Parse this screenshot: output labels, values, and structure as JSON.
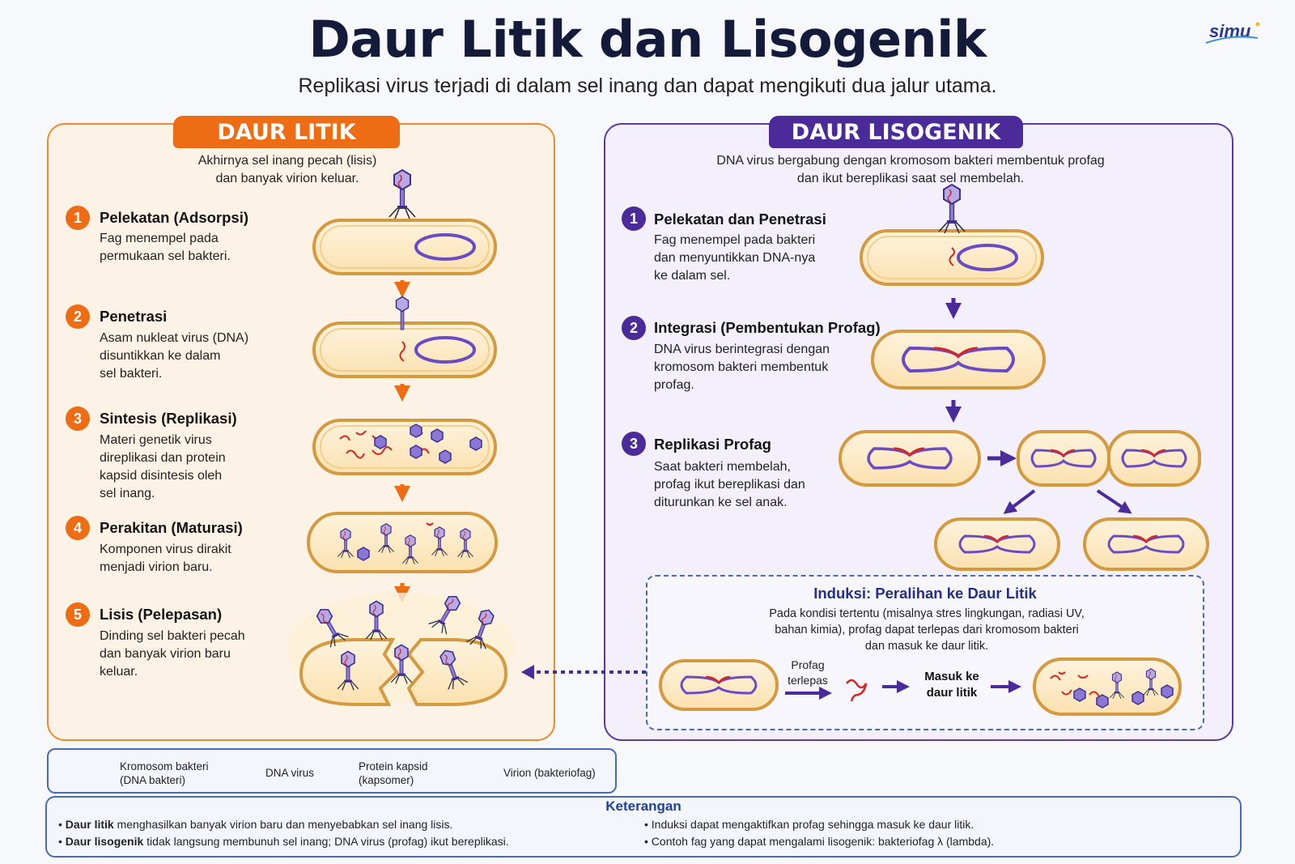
{
  "header": {
    "title": "Daur Litik dan Lisogenik",
    "subtitle": "Replikasi virus terjadi di dalam sel inang dan dapat mengikuti dua jalur utama.",
    "logo": "simu"
  },
  "colors": {
    "litik_accent": "#ee6c14",
    "liso_accent": "#4b2a9a",
    "cell_fill": "#fde9c4",
    "cell_border": "#d9a24a",
    "dna_red": "#d62626",
    "chromosome_purple": "#6a4bc4"
  },
  "litik": {
    "badge": "DAUR LITIK",
    "intro": [
      "Akhirnya sel inang pecah (lisis)",
      "dan banyak virion keluar."
    ],
    "steps": [
      {
        "num": "1",
        "title": "Pelekatan (Adsorpsi)",
        "desc": [
          "Fag menempel pada",
          "permukaan sel bakteri."
        ]
      },
      {
        "num": "2",
        "title": "Penetrasi",
        "desc": [
          "Asam nukleat virus (DNA)",
          "disuntikkan ke dalam",
          "sel bakteri."
        ]
      },
      {
        "num": "3",
        "title": "Sintesis (Replikasi)",
        "desc": [
          "Materi genetik virus",
          "direplikasi dan protein",
          "kapsid disintesis oleh",
          "sel inang."
        ]
      },
      {
        "num": "4",
        "title": "Perakitan (Maturasi)",
        "desc": [
          "Komponen virus dirakit",
          "menjadi virion baru."
        ]
      },
      {
        "num": "5",
        "title": "Lisis (Pelepasan)",
        "desc": [
          "Dinding sel bakteri pecah",
          "dan banyak virion baru",
          "keluar."
        ]
      }
    ]
  },
  "lisogenik": {
    "badge": "DAUR LISOGENIK",
    "intro": [
      "DNA virus bergabung dengan kromosom bakteri membentuk profag",
      "dan ikut bereplikasi saat sel membelah."
    ],
    "steps": [
      {
        "num": "1",
        "title": "Pelekatan dan Penetrasi",
        "desc": [
          "Fag menempel pada bakteri",
          "dan menyuntikkan DNA-nya",
          "ke dalam sel."
        ]
      },
      {
        "num": "2",
        "title": "Integrasi (Pembentukan Profag)",
        "desc": [
          "DNA virus berintegrasi dengan",
          "kromosom bakteri membentuk",
          "profag."
        ]
      },
      {
        "num": "3",
        "title": "Replikasi Profag",
        "desc": [
          "Saat bakteri membelah,",
          "profag ikut bereplikasi dan",
          "diturunkan ke sel anak."
        ]
      }
    ],
    "induksi": {
      "title": "Induksi: Peralihan ke Daur Litik",
      "desc": [
        "Pada kondisi tertentu (misalnya stres lingkungan, radiasi UV,",
        "bahan kimia), profag dapat terlepas dari kromosom bakteri",
        "dan masuk ke daur litik."
      ],
      "label_terlepas": [
        "Profag",
        "terlepas"
      ],
      "label_masuk": [
        "Masuk ke",
        "daur litik"
      ]
    }
  },
  "legend": {
    "items": [
      {
        "label": [
          "Kromosom bakteri",
          "(DNA bakteri)"
        ],
        "icon": "chromosome-icon"
      },
      {
        "label": [
          "DNA virus"
        ],
        "icon": "viral-dna-icon"
      },
      {
        "label": [
          "Protein kapsid",
          "(kapsomer)"
        ],
        "icon": "capsid-icon"
      },
      {
        "label": [
          "Virion (bakteriofag)"
        ],
        "icon": "virion-icon"
      }
    ]
  },
  "keterangan": {
    "title": "Keterangan",
    "left": [
      {
        "bold": "Daur litik",
        "rest": " menghasilkan banyak virion baru dan menyebabkan sel inang lisis."
      },
      {
        "bold": "Daur lisogenik",
        "rest": " tidak langsung membunuh sel inang; DNA virus (profag) ikut bereplikasi."
      }
    ],
    "right": [
      {
        "bold": "",
        "rest": "Induksi dapat mengaktifkan profag sehingga masuk ke daur litik."
      },
      {
        "bold": "",
        "rest": "Contoh fag yang dapat mengalami lisogenik: bakteriofag λ (lambda)."
      }
    ]
  }
}
